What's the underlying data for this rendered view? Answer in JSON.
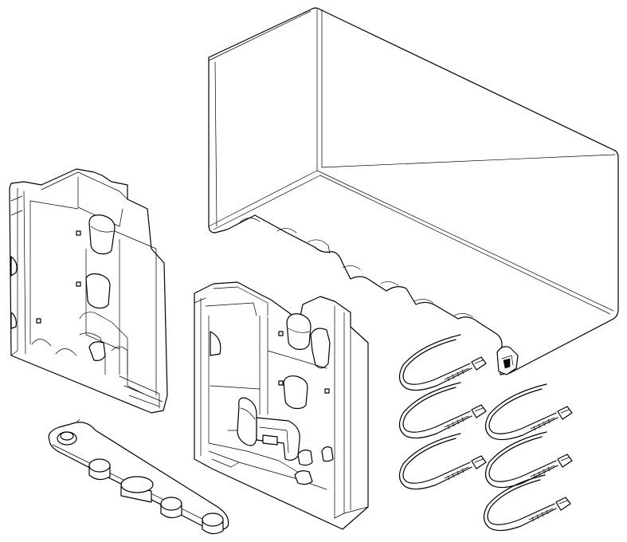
{
  "colors": {
    "line": "#000000",
    "background": "#ffffff"
  },
  "parts": [
    {
      "id": "cover",
      "name": "enclosure-cover"
    },
    {
      "id": "base-left",
      "name": "base-tray-rear"
    },
    {
      "id": "base-front",
      "name": "base-tray-front"
    },
    {
      "id": "strip",
      "name": "grommet-strip"
    },
    {
      "id": "ties",
      "name": "cable-ties",
      "count": 6
    }
  ]
}
